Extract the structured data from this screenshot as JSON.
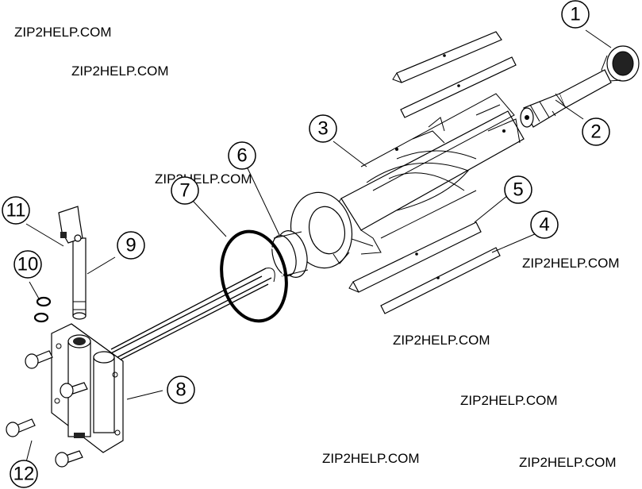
{
  "watermarks": [
    "ZIP2HELP.COM",
    "ZIP2HELP.COM",
    "ZIP2HELP.COM",
    "ZIP2HELP.COM",
    "ZIP2HELP.COM",
    "ZIP2HELP.COM",
    "ZIP2HELP.COM",
    "ZIP2HELP.COM"
  ],
  "callouts": [
    "1",
    "2",
    "3",
    "4",
    "5",
    "6",
    "7",
    "8",
    "9",
    "10",
    "11",
    "12"
  ]
}
